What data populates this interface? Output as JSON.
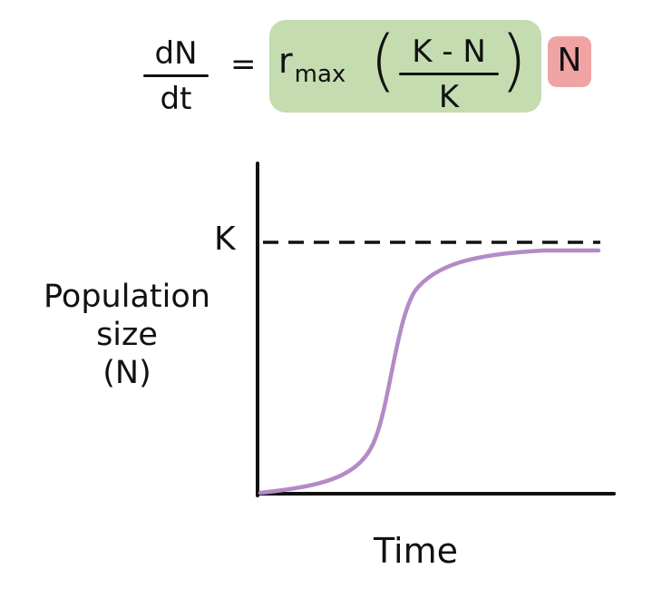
{
  "equation": {
    "lhs_numerator": "dN",
    "lhs_denominator": "dt",
    "equals": "=",
    "r": "r",
    "r_subscript": "max",
    "paren_left": "(",
    "paren_right": ")",
    "rhs_numerator": "K - N",
    "rhs_denominator": "K",
    "multiplier": "N",
    "colors": {
      "highlight_green": "#c4dcb0",
      "highlight_red": "#f0a3a3"
    }
  },
  "graph": {
    "y_label_lines": [
      "Population",
      "size",
      "(N)"
    ],
    "x_label": "Time",
    "carrying_capacity_label": "K",
    "curve_shape": "logistic-sigmoid",
    "curve_color": "#b48ac7",
    "asymptote_style": "dashed"
  }
}
